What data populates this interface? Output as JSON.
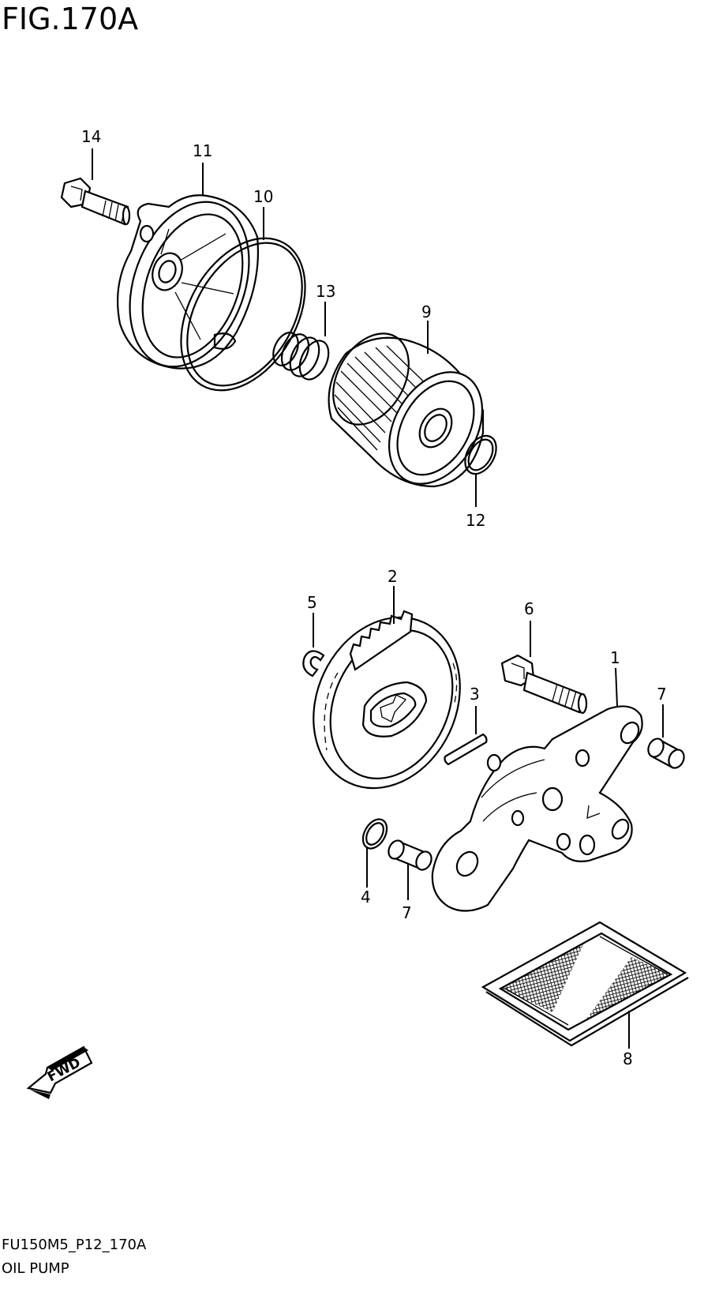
{
  "figure": {
    "title": "FIG.170A",
    "model_code": "FU150M5_P12_170A",
    "section_name": "OIL PUMP",
    "fwd_label": "FWD"
  },
  "callouts": {
    "c1": "1",
    "c2": "2",
    "c3": "3",
    "c4": "4",
    "c5": "5",
    "c6": "6",
    "c7a": "7",
    "c7b": "7",
    "c8": "8",
    "c9": "9",
    "c10": "10",
    "c11": "11",
    "c12": "12",
    "c13": "13",
    "c14": "14"
  }
}
